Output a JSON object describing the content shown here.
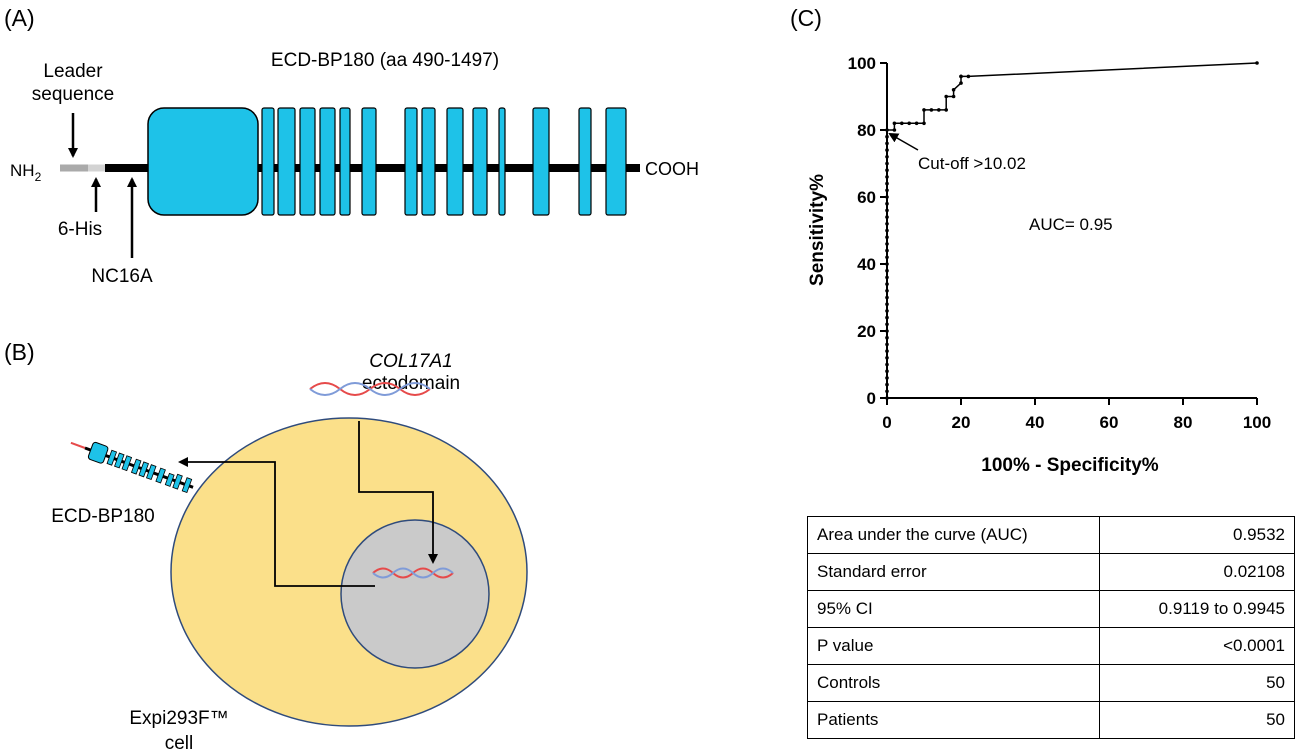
{
  "panels": {
    "a": "(A)",
    "b": "(B)",
    "c": "(C)"
  },
  "panel_a": {
    "title": "ECD-BP180 (aa 490-1497)",
    "nh2": "NH",
    "nh2_sub": "2",
    "cooh": "COOH",
    "leader_1": "Leader",
    "leader_2": "sequence",
    "his": "6-His",
    "nc16a": "NC16A",
    "colors": {
      "domain": "#1ec2e8",
      "leader": "#aaaaaa",
      "his": "#d3d3d3"
    }
  },
  "panel_b": {
    "gene": "COL17A1",
    "gene_2": "ectodomain",
    "protein": "ECD-BP180",
    "cell_1": "Expi293F™",
    "cell_2": "cell",
    "colors": {
      "cell": "#fbe08a",
      "nucleus": "#cacaca",
      "strand_red": "#e64a4a",
      "strand_blue": "#7f9bd8"
    }
  },
  "chart_data": {
    "type": "line",
    "title": "",
    "xlabel": "100% - Specificity%",
    "ylabel": "Sensitivity%",
    "xlim": [
      0,
      100
    ],
    "ylim": [
      0,
      100
    ],
    "xticks": [
      0,
      20,
      40,
      60,
      80,
      100
    ],
    "yticks": [
      0,
      20,
      40,
      60,
      80,
      100
    ],
    "grid": false,
    "series": [
      {
        "x": [
          0,
          0,
          0,
          0,
          0,
          0,
          0,
          0,
          0,
          0,
          0,
          0,
          0,
          0,
          0,
          0,
          0,
          0,
          0,
          0,
          0,
          0,
          0,
          0,
          0,
          0,
          0,
          0,
          0,
          0,
          0,
          0,
          0,
          0,
          0,
          0,
          0,
          0,
          0,
          0,
          0,
          2,
          2,
          4,
          6,
          8,
          10,
          10,
          12,
          14,
          16,
          16,
          18,
          18,
          20,
          20,
          20,
          22,
          100
        ],
        "y": [
          0,
          2,
          4,
          6,
          8,
          10,
          12,
          14,
          16,
          18,
          20,
          22,
          24,
          26,
          28,
          30,
          32,
          34,
          36,
          38,
          40,
          42,
          44,
          46,
          48,
          50,
          52,
          54,
          56,
          58,
          60,
          62,
          64,
          66,
          68,
          70,
          72,
          74,
          76,
          78,
          80,
          80,
          82,
          82,
          82,
          82,
          82,
          86,
          86,
          86,
          86,
          90,
          90,
          92,
          94,
          96,
          96,
          96,
          100
        ]
      }
    ],
    "annotations": {
      "cutoff": "Cut-off >10.02",
      "auc": "AUC= 0.95"
    }
  },
  "stats_table": [
    {
      "label": "Area under the curve (AUC)",
      "value": "0.9532"
    },
    {
      "label": "Standard error",
      "value": "0.02108"
    },
    {
      "label": "95% CI",
      "value": "0.9119 to 0.9945"
    },
    {
      "label": "P value",
      "value": "<0.0001"
    },
    {
      "label": "Controls",
      "value": "50"
    },
    {
      "label": "Patients",
      "value": "50"
    }
  ]
}
